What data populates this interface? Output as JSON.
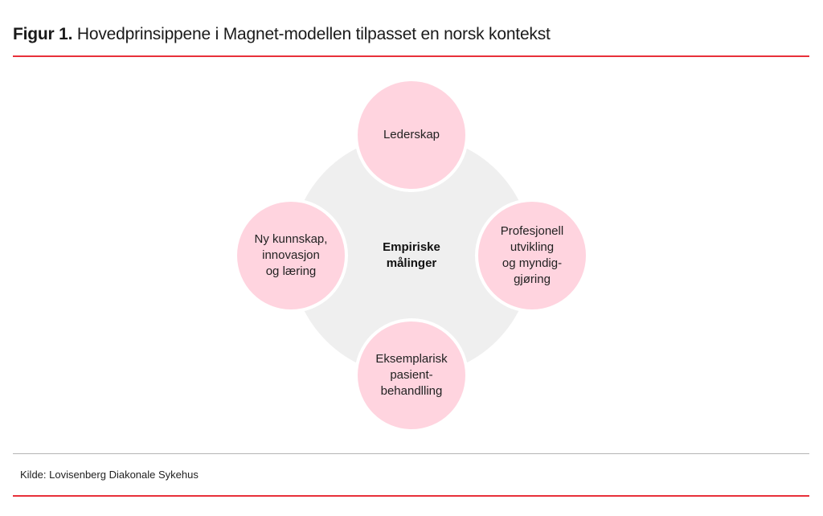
{
  "figure": {
    "label": "Figur 1.",
    "title": "Hovedprinsippene i Magnet-modellen tilpasset en norsk kontekst"
  },
  "diagram": {
    "center": "Empiriske\nmålinger",
    "nodes": [
      {
        "position": "top",
        "label": "Lederskap"
      },
      {
        "position": "left",
        "label": "Ny kunnskap,\ninnovasjon\nog læring"
      },
      {
        "position": "right",
        "label": "Profesjonell\nutvikling\nog myndig-\ngjøring"
      },
      {
        "position": "bottom",
        "label": "Eksemplarisk\npasient-\nbehandlling"
      }
    ]
  },
  "source": "Kilde: Lovisenberg Diakonale Sykehus",
  "colors": {
    "accent_red": "#e8303a",
    "node_pink": "#ffd4df",
    "background_gray": "#efefef",
    "divider_gray": "#b5b5b5"
  }
}
